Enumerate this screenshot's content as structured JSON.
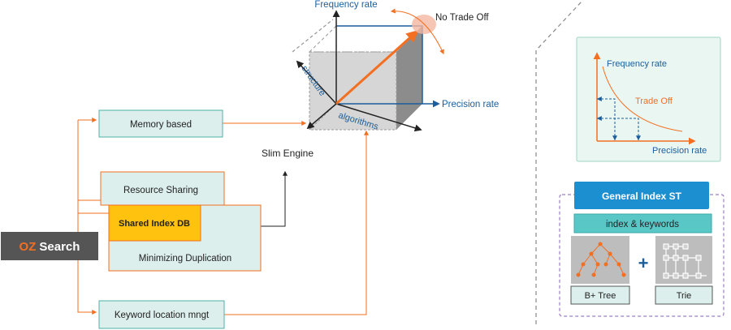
{
  "logo": {
    "brand": "OZ",
    "word": "Search"
  },
  "boxes": {
    "memory": "Memory based",
    "resource": "Resource Sharing",
    "shared_db": "Shared  Index DB",
    "minimizing": "Minimizing Duplication",
    "keyword": "Keyword location mngt"
  },
  "engine": "Slim Engine",
  "cube": {
    "frequency": "Frequency rate",
    "no_tradeoff": "No Trade Off",
    "precision": "Precision rate",
    "structure": "structure",
    "algorithms": "algorithms"
  },
  "tradeoff_chart": {
    "frequency": "Frequency rate",
    "tradeoff": "Trade Off",
    "precision": "Precision rate"
  },
  "index": {
    "header": "General Index ST",
    "keywords": "index & keywords",
    "plus": "+",
    "btree": "B+ Tree",
    "trie": "Trie"
  },
  "colors": {
    "orange": "#f36f21",
    "blue": "#1b5e9b",
    "teal_fill": "#dcefed",
    "teal_border": "#4fb2a6",
    "yellow": "#ffc20e",
    "dark": "#555555",
    "purple": "#9b7fc4",
    "index_blue": "#1c8fd1",
    "index_teal": "#5ac7c7"
  }
}
